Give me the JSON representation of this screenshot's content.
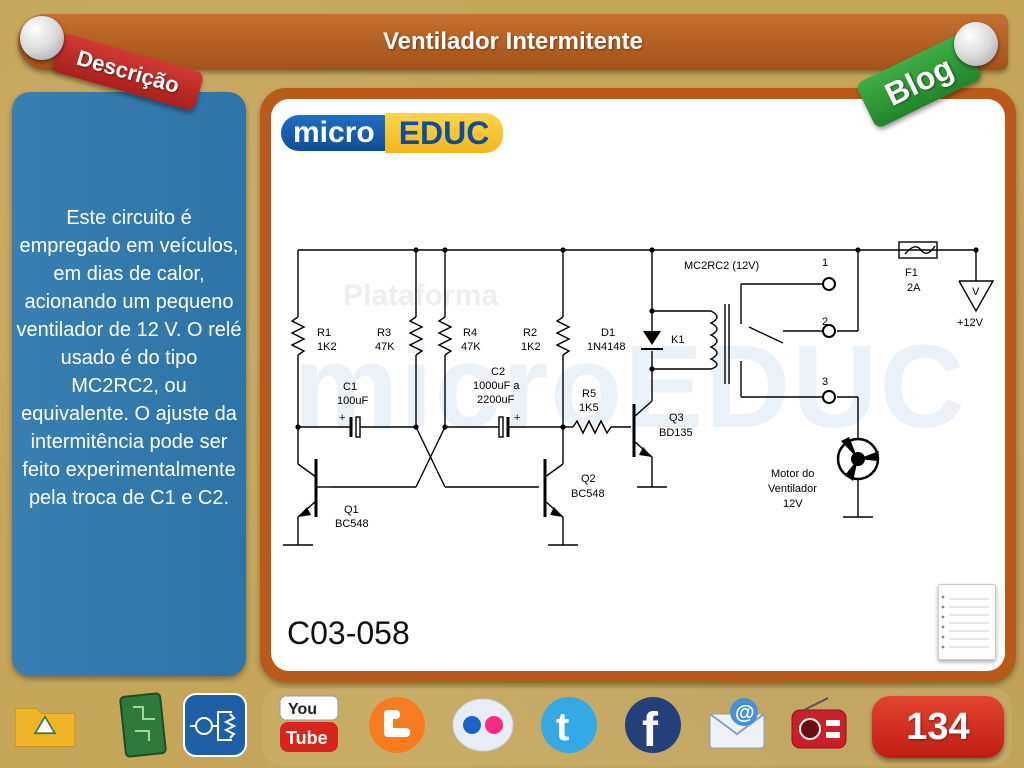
{
  "header": {
    "title": "Ventilador Intermitente",
    "tag_description": "Descrição",
    "tag_blog": "Blog"
  },
  "description": {
    "text": "Este circuito é empregado em veículos, em dias de calor, acionando um pequeno ventilador de 12 V. O relé usado é do tipo MC2RC2, ou equivalente. O ajuste da intermitência pode ser feito experimentalmente pela troca de C1 e C2."
  },
  "main": {
    "logo_part1": "micro",
    "logo_part2": "EDUC",
    "watermark_line1": "Plataforma",
    "watermark_line2": "microEDUC",
    "code": "C03-058",
    "schematic": {
      "r1": "R1",
      "r1_val": "1K2",
      "r3": "R3",
      "r3_val": "47K",
      "r4": "R4",
      "r4_val": "47K",
      "r2": "R2",
      "r2_val": "1K2",
      "d1": "D1",
      "d1_val": "1N4148",
      "c1": "C1",
      "c1_val": "100uF",
      "c2": "C2",
      "c2_val1": "1000uF a",
      "c2_val2": "2200uF",
      "r5": "R5",
      "r5_val": "1K5",
      "q1": "Q1",
      "q1_val": "BC548",
      "q2": "Q2",
      "q2_val": "BC548",
      "q3": "Q3",
      "q3_val": "BD135",
      "relay": "MC2RC2 (12V)",
      "k1": "K1",
      "pin1": "1",
      "pin2": "2",
      "pin3": "3",
      "fuse": "F1",
      "fuse_val": "2A",
      "supply_v": "V",
      "supply": "+12V",
      "motor1": "Motor do",
      "motor2": "Ventilador",
      "motor3": "12V",
      "plus_c1": "+",
      "plus_c2": "+"
    }
  },
  "footer": {
    "page_number": "134",
    "icons": [
      "google-drive-icon",
      "circuit-board-icon",
      "schematic-app-icon",
      "youtube-icon",
      "blogger-icon",
      "flickr-icon",
      "twitter-icon",
      "facebook-icon",
      "email-icon",
      "radio-icon"
    ]
  },
  "colors": {
    "background": "#c4a55a",
    "title_bar": "#b8621f",
    "description_panel": "#2f78ad",
    "tag_description": "#c42a25",
    "tag_blog": "#2e9a36",
    "page_badge": "#d3301f"
  }
}
